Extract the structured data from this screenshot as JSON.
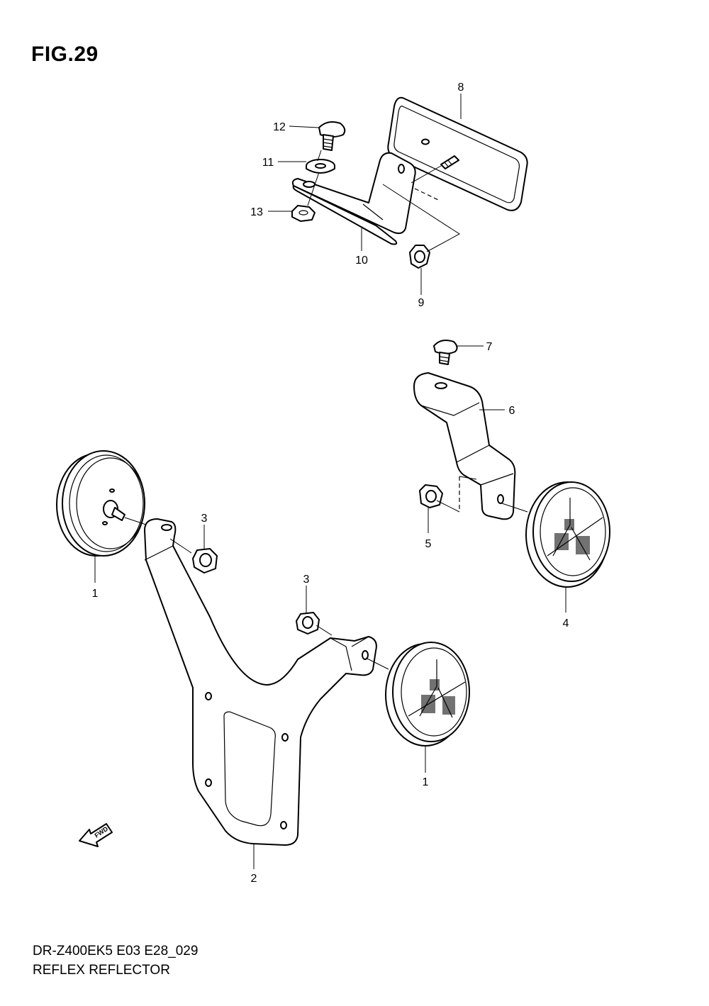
{
  "figure": {
    "title": "FIG.29",
    "code": "DR-Z400EK5 E03 E28_029",
    "caption": "REFLEX REFLECTOR"
  },
  "callouts": {
    "c1a": "1",
    "c1b": "1",
    "c2": "2",
    "c3a": "3",
    "c3b": "3",
    "c4": "4",
    "c5": "5",
    "c6": "6",
    "c7": "7",
    "c8": "8",
    "c9": "9",
    "c10": "10",
    "c11": "11",
    "c12": "12",
    "c13": "13"
  },
  "fwd_arrow": {
    "label": "FWD"
  }
}
